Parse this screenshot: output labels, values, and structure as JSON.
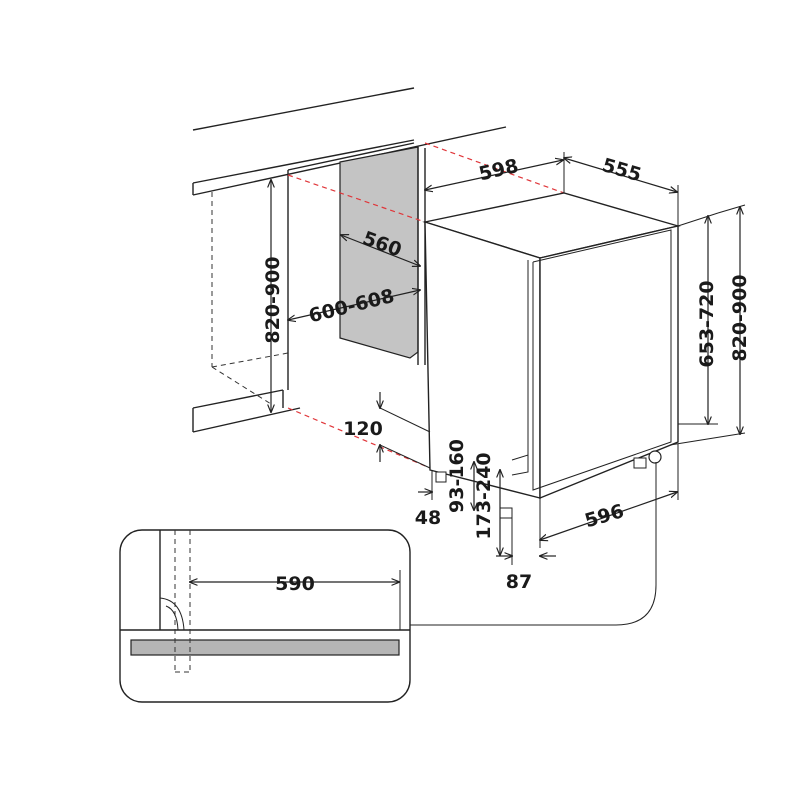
{
  "dimensions": {
    "cabinet_height": "820-900",
    "niche_depth": "560",
    "niche_width": "600-608",
    "appliance_width": "598",
    "appliance_depth": "555",
    "appliance_height": "653-720",
    "overall_height": "820-900",
    "plinth_offset": "120",
    "plinth_height_front": "93-160",
    "plinth_height_rear": "173-240",
    "foot_offset": "48",
    "base_width": "596",
    "base_offset": "87",
    "door_clearance": "590"
  },
  "colors": {
    "niche_fill": "#c4c4c4",
    "outline": "#222222",
    "guide_red": "#e0363a",
    "plinth_fill": "#b5b5b5"
  }
}
